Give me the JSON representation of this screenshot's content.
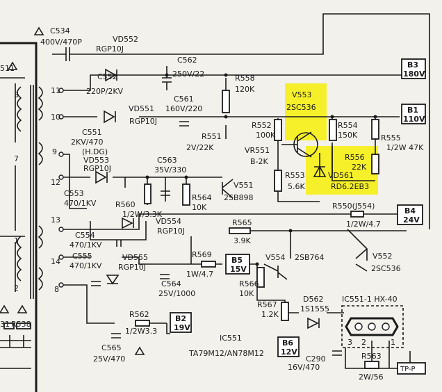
{
  "colors": {
    "background": "#f3f1ec",
    "ink": "#1a1a1a",
    "highlight": "#f6f02a"
  },
  "components": {
    "c534_name": "C534",
    "c534_val": "400V/470P",
    "vd552_name": "VD552",
    "vd552_val": "RGP10J",
    "c552_name": "C552",
    "c552_val": "220P/2KV",
    "c562_name": "C562",
    "c562_val": "250V/22",
    "r558_name": "R558",
    "r558_val": "120K",
    "c561_name": "C561",
    "c561_val": "160V/220",
    "vd551_name": "VD551",
    "vd551_val": "RGP10J",
    "c551_name": "C551",
    "c551_val": "2KV/470",
    "c551_note": "(H.DG)",
    "r551_name": "R551",
    "r551_val": "2V/22K",
    "v553_name": "V553",
    "v553_val": "2SC536",
    "r552_name": "R552",
    "r552_val": "100K",
    "vr551_name": "VR551",
    "vr551_val": "B-2K",
    "r553_name": "R553",
    "r553_val": "5.6K",
    "r554_name": "R554",
    "r554_val": "150K",
    "vd561_name": "VD561",
    "vd561_val": "RD6.2EB3",
    "r555_name": "R555",
    "r555_val": "1/2W 47K",
    "r556_name": "R556",
    "r556_val": "22K",
    "vd553_name": "VD553",
    "vd553_val": "RGP10J",
    "c563_name": "C563",
    "c563_val": "35V/330",
    "v551_name": "V551",
    "v551_val": "2SB898",
    "r564_name": "R564",
    "r564_val": "10K",
    "c553_name": "C553",
    "c553_val": "470/1KV",
    "r560_name": "R560",
    "r560_val": "1/2W/3.3K",
    "vd554_name": "VD554",
    "vd554_val": "RGP10J",
    "r550_label": "R550(J554)",
    "r550_val": "1/2W/4.7",
    "r565_name": "R565",
    "r565_val": "3.9K",
    "c554_name": "C554",
    "c554_val": "470/1KV",
    "c555_name": "C555",
    "c555_val": "470/1KV",
    "vd555_name": "VD555",
    "vd555_val": "RGP10J",
    "r569_name": "R569",
    "r569_val": "1W/4.7",
    "c564_name": "C564",
    "c564_val": "25V/1000",
    "v554_name": "V554",
    "v554_val": "2SB764",
    "r566_name": "R566",
    "r566_val": "10K",
    "v552_name": "V552",
    "v552_val": "2SC536",
    "r567_name": "R567",
    "r567_val": "1.2K",
    "d562_name": "D562",
    "d562_val": "1S1555",
    "ic_label": "IC551-1  HX-40",
    "r562_name": "R562",
    "r562_val": "1/2W3.3",
    "c565_name": "C565",
    "c565_val": "25V/470",
    "ic551_name": "IC551",
    "ic551_val": "TA79M12/AN78M12",
    "c290_name": "C290",
    "c290_val": "16V/470",
    "r563_name": "R563",
    "r563_val": "2W/56",
    "r538_name": "R538",
    "r531_name": "31",
    "r511_name": "511"
  },
  "rails": {
    "b3_name": "B3",
    "b3_val": "180V",
    "b1_name": "B1",
    "b1_val": "110V",
    "b4_name": "B4",
    "b4_val": "24V",
    "b5_name": "B5",
    "b5_val": "15V",
    "b2_name": "B2",
    "b2_val": "19V",
    "b6_name": "B6",
    "b6_val": "12V",
    "tp_name": "TP-P"
  },
  "pins": {
    "p11": "11",
    "p10": "10",
    "p9": "9",
    "p12": "12",
    "p13": "13",
    "p14": "14",
    "p8": "8",
    "p3": "3",
    "p7": "7",
    "p1": "1",
    "p2": "2",
    "ic3": "3",
    "ic2": "2",
    "ic1": "1"
  }
}
